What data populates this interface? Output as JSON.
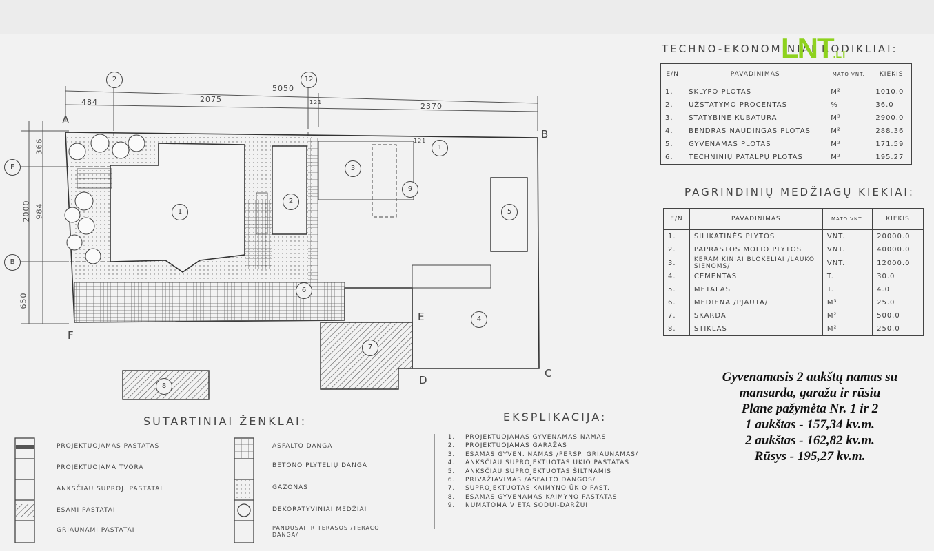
{
  "logo": {
    "main": "LNT",
    "suffix": ".LT",
    "color": "#8ed21e"
  },
  "plan": {
    "axes": {
      "a": "A",
      "b": "B",
      "c": "C",
      "d": "D",
      "e": "E",
      "f": "F"
    },
    "circle_axes": [
      "2",
      "12",
      "F",
      "B",
      "1"
    ],
    "dims_top": {
      "total": "5050",
      "d1": "484",
      "d2": "2075",
      "d3": "121",
      "d4": "2370"
    },
    "dims_left": {
      "v1": "366",
      "v2": "2000",
      "v3": "984",
      "v4": "650"
    },
    "dim_121": "121",
    "zones": [
      "1",
      "2",
      "3",
      "4",
      "5",
      "6",
      "7",
      "8",
      "9"
    ]
  },
  "techno": {
    "title": "TECHNO-EKONOMINIAI RODIKLIAI:",
    "headers": [
      "E/N",
      "PAVADINIMAS",
      "MATO VNT.",
      "KIEKIS"
    ],
    "rows": [
      [
        "1.",
        "SKLYPO PLOTAS",
        "M²",
        "1010.0"
      ],
      [
        "2.",
        "UŽSTATYMO PROCENTAS",
        "%",
        "36.0"
      ],
      [
        "3.",
        "STATYBINĖ KŪBATŪRA",
        "M³",
        "2900.0"
      ],
      [
        "4.",
        "BENDRAS NAUDINGAS PLOTAS",
        "M²",
        "288.36"
      ],
      [
        "5.",
        "GYVENAMAS PLOTAS",
        "M²",
        "171.59"
      ],
      [
        "6.",
        "TECHNINIŲ PATALPŲ PLOTAS",
        "M²",
        "195.27"
      ]
    ]
  },
  "materials": {
    "title": "PAGRINDINIŲ MEDŽIAGŲ KIEKIAI:",
    "headers": [
      "E/N",
      "PAVADINIMAS",
      "MATO VNT.",
      "KIEKIS"
    ],
    "rows": [
      [
        "1.",
        "SILIKATINĖS PLYTOS",
        "VNT.",
        "20000.0"
      ],
      [
        "2.",
        "PAPRASTOS MOLIO PLYTOS",
        "VNT.",
        "40000.0"
      ],
      [
        "3.",
        "KERAMIKINIAI BLOKELIAI /LAUKO SIENOMS/",
        "VNT.",
        "12000.0"
      ],
      [
        "4.",
        "CEMENTAS",
        "T.",
        "30.0"
      ],
      [
        "5.",
        "METALAS",
        "T.",
        "4.0"
      ],
      [
        "6.",
        "MEDIENA /PJAUTA/",
        "M³",
        "25.0"
      ],
      [
        "7.",
        "SKARDA",
        "M²",
        "500.0"
      ],
      [
        "8.",
        "STIKLAS",
        "M²",
        "250.0"
      ]
    ]
  },
  "legend": {
    "title": "SUTARTINIAI ŽENKLAI:",
    "left": [
      "PROJEKTUOJAMAS PASTATAS",
      "PROJEKTUOJAMA TVORA",
      "ANKSČIAU SUPROJ. PASTATAI",
      "ESAMI PASTATAI",
      "GRIAUNAMI PASTATAI"
    ],
    "right": [
      "ASFALTO DANGA",
      "BETONO PLYTELIŲ DANGA",
      "GAZONAS",
      "DEKORATYVINIAI MEDŽIAI",
      "PANDUSAI IR TERASOS /TERACO DANGA/"
    ]
  },
  "explication": {
    "title": "EKSPLIKACIJA:",
    "rows": [
      [
        "1.",
        "PROJEKTUOJAMAS GYVENAMAS NAMAS"
      ],
      [
        "2.",
        "PROJEKTUOJAMAS GARAŽAS"
      ],
      [
        "3.",
        "ESAMAS GYVEN. NAMAS /PERSP. GRIAUNAMAS/"
      ],
      [
        "4.",
        "ANKSČIAU SUPROJEKTUOTAS ŪKIO PASTATAS"
      ],
      [
        "5.",
        "ANKSČIAU SUPROJEKTUOTAS ŠILTNAMIS"
      ],
      [
        "6.",
        "PRIVAŽIAVIMAS /ASFALTO DANGOS/"
      ],
      [
        "7.",
        "SUPROJEKTUOTAS KAIMYNO ŪKIO PAST."
      ],
      [
        "8.",
        "ESAMAS GYVENAMAS KAIMYNO PASTATAS"
      ],
      [
        "9.",
        "NUMATOMA VIETA SODUI-DARŽUI"
      ]
    ]
  },
  "caption": [
    "Gyvenamasis 2 aukštų namas su",
    "mansarda, garažu ir rūsiu",
    "Plane pažymėta Nr. 1 ir 2",
    "1 aukštas - 157,34 kv.m.",
    "2 aukštas - 162,82 kv.m.",
    "Rūsys - 195,27 kv.m."
  ]
}
